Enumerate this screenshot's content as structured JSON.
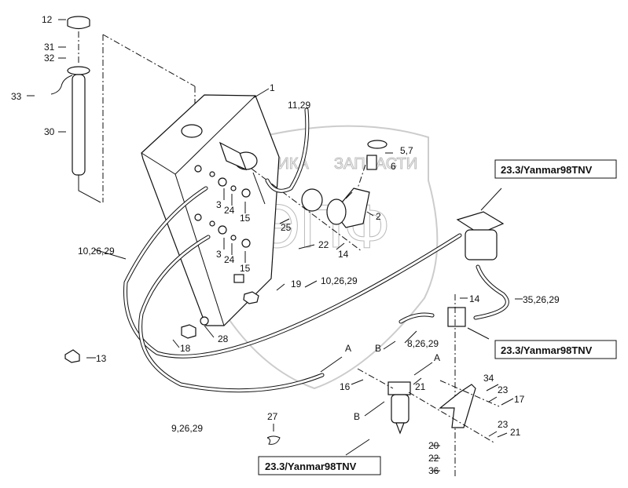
{
  "watermark": {
    "left_text": "ТЕХНИКА",
    "right_text": "ЗАПЧАСТИ",
    "logo": "ЭПФ"
  },
  "references": [
    "23.3/Yanmar98TNV",
    "23.3/Yanmar98TNV",
    "23.3/Yanmar98TNV"
  ],
  "callouts": {
    "c12": "12",
    "c31": "31",
    "c32": "32",
    "c33": "33",
    "c30": "30",
    "c1": "1",
    "c11_29": "11,29",
    "c5_7": "5,7",
    "c6": "6",
    "c2": "2",
    "c25": "25",
    "c22a": "22",
    "c14a": "14",
    "c3a": "3",
    "c24a": "24",
    "c15a": "15",
    "c3b": "3",
    "c24b": "24",
    "c15b": "15",
    "c10a": "10,26,29",
    "c10b": "10,26,29",
    "c19": "19",
    "c28": "28",
    "c18": "18",
    "c13": "13",
    "c35": "35,26,29",
    "c14b": "14",
    "c8": "8,26,29",
    "cB1": "B",
    "cA1": "A",
    "cA2": "A",
    "c16": "16",
    "c21a": "21",
    "c34": "34",
    "c23a": "23",
    "c17": "17",
    "cB2": "B",
    "c23b": "23",
    "c21b": "21",
    "c27": "27",
    "c9": "9,26,29",
    "c20": "20",
    "c22b": "22",
    "c36": "36"
  }
}
